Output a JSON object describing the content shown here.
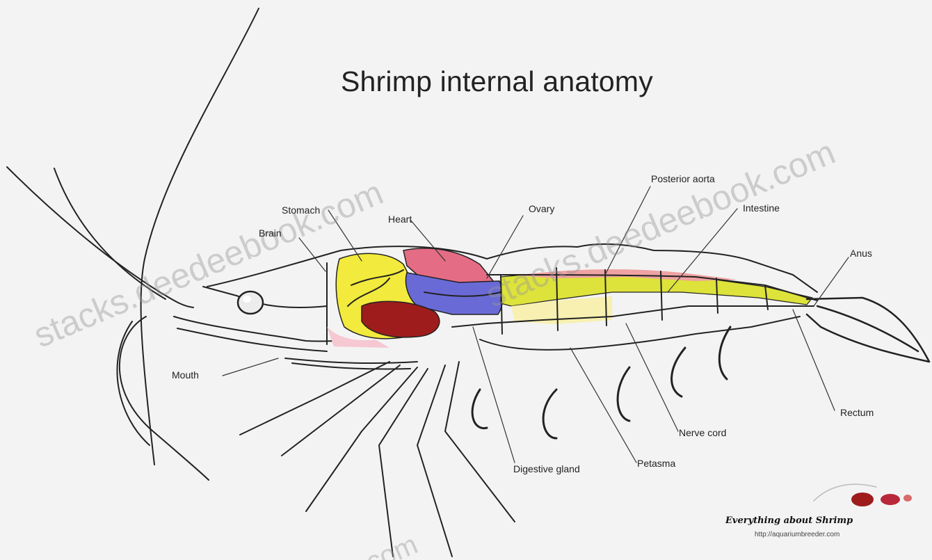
{
  "title": "Shrimp internal anatomy",
  "labels": {
    "stomach": "Stomach",
    "brain": "Brain",
    "heart": "Heart",
    "ovary": "Ovary",
    "posterior_aorta": "Posterior aorta",
    "intestine": "Intestine",
    "anus": "Anus",
    "mouth": "Mouth",
    "rectum": "Rectum",
    "nerve_cord": "Nerve cord",
    "digestive_gland": "Digestive gland",
    "petasma": "Petasma"
  },
  "watermark": {
    "left": "stacks.deedeebook.com",
    "right": "stacks.deedeebook.com",
    "bottom": "com"
  },
  "branding": {
    "name": "Everything about Shrimp",
    "url": "http://aquariumbreeder.com"
  },
  "colors": {
    "stomach": "#f2ea3c",
    "heart": "#e46c84",
    "ovary": "#6a6ad6",
    "digestive_gland": "#9e1c1c",
    "intestine": "#dde33a",
    "posterior_aorta": "#efa2a2"
  }
}
